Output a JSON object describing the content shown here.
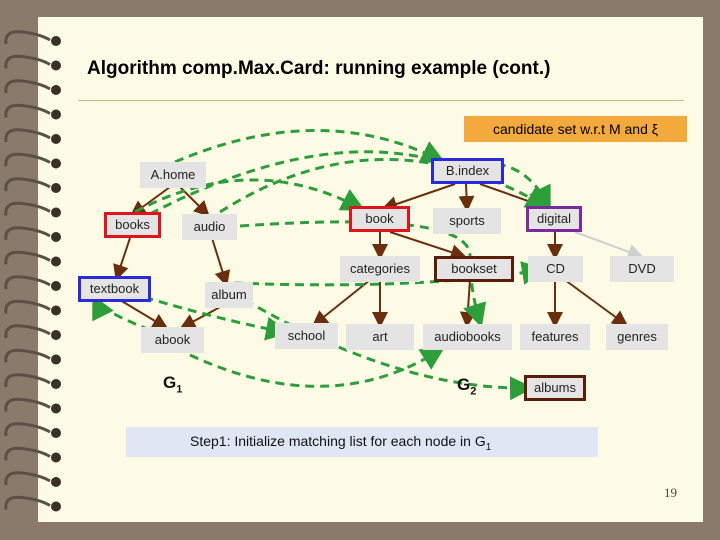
{
  "title": "Algorithm comp.Max.Card: running example (cont.)",
  "candidate_label": "candidate set w.r.t M and ξ",
  "nodes": {
    "a_home": "A.home",
    "books": "books",
    "audio": "audio",
    "textbook": "textbook",
    "album": "album",
    "abook": "abook",
    "b_index": "B.index",
    "book": "book",
    "sports": "sports",
    "digital": "digital",
    "categories": "categories",
    "bookset": "bookset",
    "cd": "CD",
    "dvd": "DVD",
    "school": "school",
    "art": "art",
    "audiobooks": "audiobooks",
    "features": "features",
    "genres": "genres",
    "albums": "albums"
  },
  "graph_labels": {
    "g1_main": "G",
    "g1_sub": "1",
    "g2_main": "G",
    "g2_sub": "2"
  },
  "step": {
    "text": "Step1: Initialize matching list for each node in G",
    "sub": "1"
  },
  "page_number": "19",
  "colors": {
    "tree_edge": "#6b2e0c",
    "match_arrow": "#2e9e3a",
    "candidate_bg": "#f4a93c",
    "node_bg": "#e4e4e4",
    "red_border": "#e0141c",
    "blue_border": "#2a2ad8",
    "purple_border": "#7a2aa0",
    "brown_border": "#5a1e06"
  }
}
